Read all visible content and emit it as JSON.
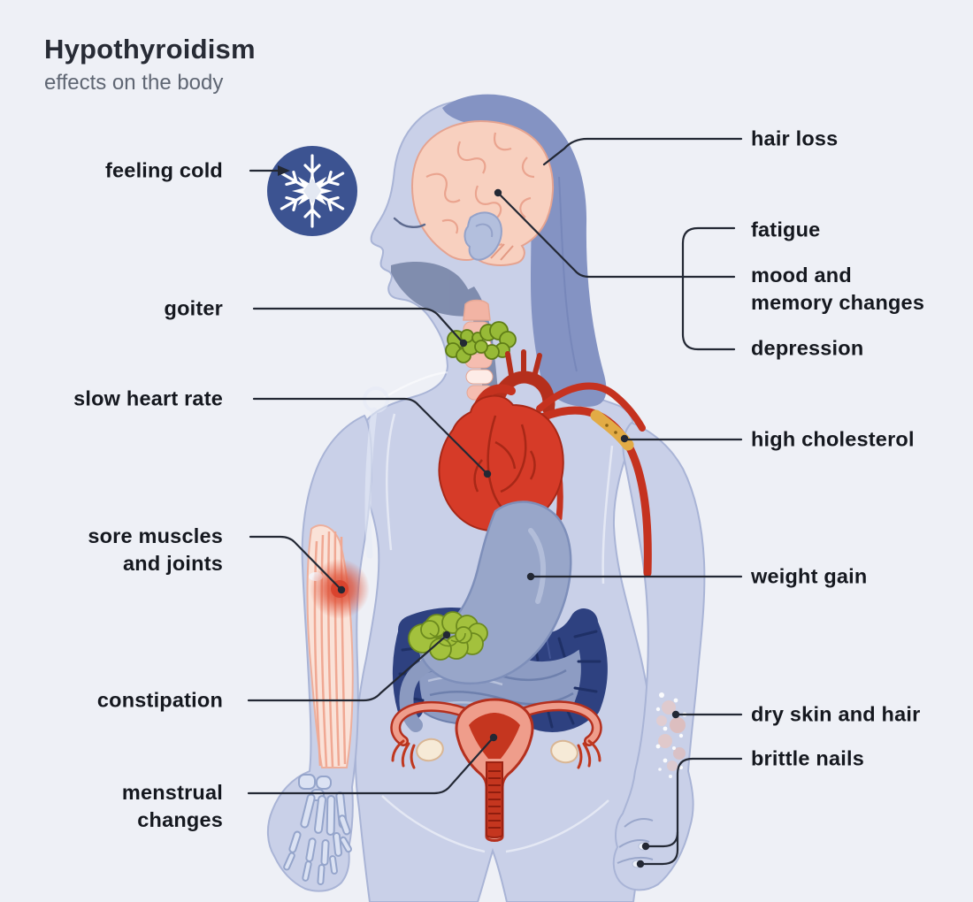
{
  "header": {
    "title": "Hypothyroidism",
    "subtitle": "effects on the body"
  },
  "labels": {
    "feeling_cold": "feeling cold",
    "goiter": "goiter",
    "slow_heart_rate": "slow heart rate",
    "sore_muscles_line1": "sore muscles",
    "sore_muscles_line2": "and joints",
    "constipation": "constipation",
    "menstrual_line1": "menstrual",
    "menstrual_line2": "changes",
    "hair_loss": "hair loss",
    "fatigue": "fatigue",
    "mood_line1": "mood and",
    "mood_line2": "memory changes",
    "depression": "depression",
    "high_cholesterol": "high cholesterol",
    "weight_gain": "weight gain",
    "dry_skin": "dry skin and hair",
    "brittle_nails": "brittle nails"
  },
  "icons": {
    "feeling_cold_badge": "snowflake-icon"
  },
  "illustration": {
    "figure": "female body in profile with internal organs",
    "parts": [
      "hair",
      "brain",
      "ear",
      "thyroid with goiter",
      "trachea",
      "heart",
      "artery with cholesterol plaque",
      "stomach",
      "large intestine",
      "small intestine",
      "stool mass",
      "uterus ovaries and vagina",
      "forearm muscles with sore spot",
      "skeletal hand",
      "dry skin patch",
      "fingernails"
    ]
  },
  "colors": {
    "background": "#eef0f6",
    "text": "#15181f",
    "subtitle": "#5f6673",
    "line": "#232834",
    "badge_blue": "#3c5391",
    "body": "#c9d0e8",
    "body_outline": "#a9b4d6",
    "hair": "#8493c3",
    "brain_pink": "#f8d0bf",
    "goiter_green": "#97ba37",
    "heart_red": "#d63b28",
    "artery_red": "#c5321f",
    "plaque_yellow": "#e2ab45",
    "stomach_blue": "#98a6c9",
    "colon_navy": "#2e4180",
    "intestine_blue": "#8d9cc3",
    "uterus_pink": "#ef9d8b",
    "uterus_red": "#c5361f",
    "muscle_pink": "#f0a893"
  }
}
